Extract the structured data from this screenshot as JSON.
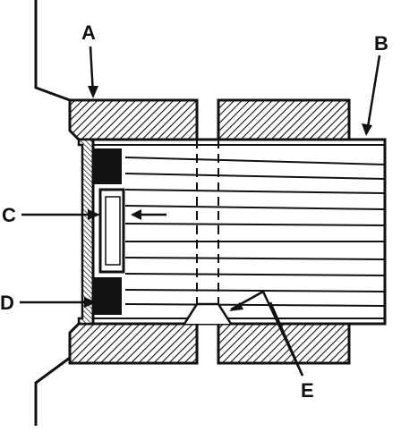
{
  "diagram": {
    "callouts": {
      "a": "A",
      "b": "B",
      "c": "C",
      "d": "D",
      "e": "E"
    },
    "colors": {
      "ink": "#111111",
      "paper": "#ffffff"
    }
  }
}
